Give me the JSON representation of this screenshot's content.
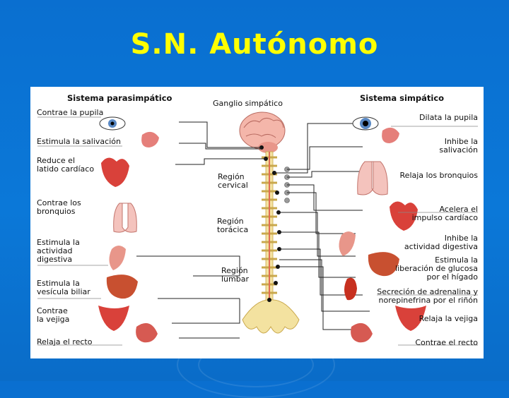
{
  "slide": {
    "title": "S.N. Autónomo"
  },
  "diagram": {
    "headers": {
      "parasympathetic": "Sistema parasimpático",
      "ganglion": "Ganglio simpático",
      "sympathetic": "Sistema simpático"
    },
    "regions": {
      "cervical": "Región\ncervical",
      "thoracic": "Región\ntorácica",
      "lumbar": "Región\nlumbar"
    },
    "parasympathetic_effects": [
      "Contrae la pupila",
      "Estimula la salivación",
      "Reduce el\nlatido cardíaco",
      "Contrae los\nbronquios",
      "Estimula la\nactividad\ndigestiva",
      "Estimula la\nvesícula biliar",
      "Contrae\nla vejiga",
      "Relaja el recto"
    ],
    "sympathetic_effects": [
      "Dilata la pupila",
      "Inhibe la\nsalivación",
      "Relaja los bronquios",
      "Acelera el\nimpulso cardíaco",
      "Inhibe la\nactividad digestiva",
      "Estimula la\nliberación de glucosa\npor el hígado",
      "Secreción de adrenalina y\nnorepinefrina por el riñón",
      "Relaja la vejiga",
      "Contrae el recto"
    ],
    "colors": {
      "background": "#0a72d2",
      "title": "#ffff00",
      "nerve": "#222222",
      "organ": "#d9413a",
      "spine": "#f3e2a0"
    }
  }
}
